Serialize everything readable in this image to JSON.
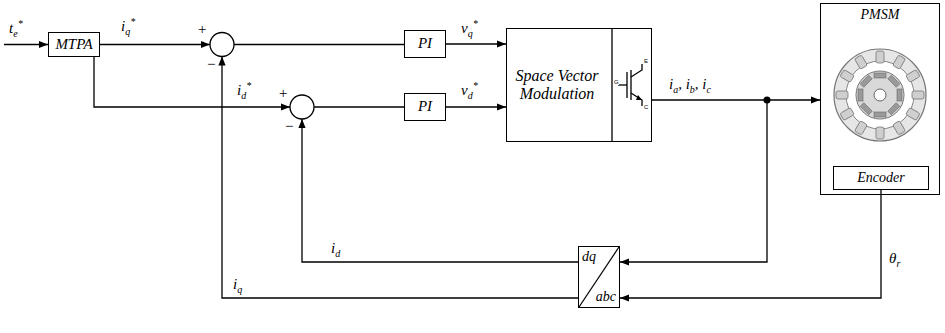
{
  "diagram": {
    "nodes": [
      {
        "text": [
          "MTPA"
        ]
      },
      {
        "text": [
          "PI"
        ]
      },
      {
        "text": [
          "PI"
        ]
      },
      {
        "text": [
          "Space Vector Modulation"
        ]
      },
      {
        "text": [
          "PMSM"
        ]
      },
      {
        "text": [
          "Encoder"
        ],
        "in": 4
      },
      {
        "text": [
          "dq",
          "abc"
        ]
      }
    ],
    "edges": [
      {
        "from": 1,
        "to": 3,
        "arrow": "to",
        "label": "vq*"
      },
      {
        "from": 2,
        "to": 3,
        "arrow": "to",
        "label": "vd*"
      },
      {
        "from": 3,
        "to": 4,
        "arrow": "to",
        "label": "ia, ib, ic"
      },
      {
        "from": 5,
        "to": 6,
        "arrow": "to",
        "label": "θr"
      }
    ],
    "labels": [
      "te*",
      "iq*",
      "+",
      "−",
      "id*",
      "+",
      "−",
      "id",
      "iq",
      "G",
      "E",
      "C"
    ]
  }
}
